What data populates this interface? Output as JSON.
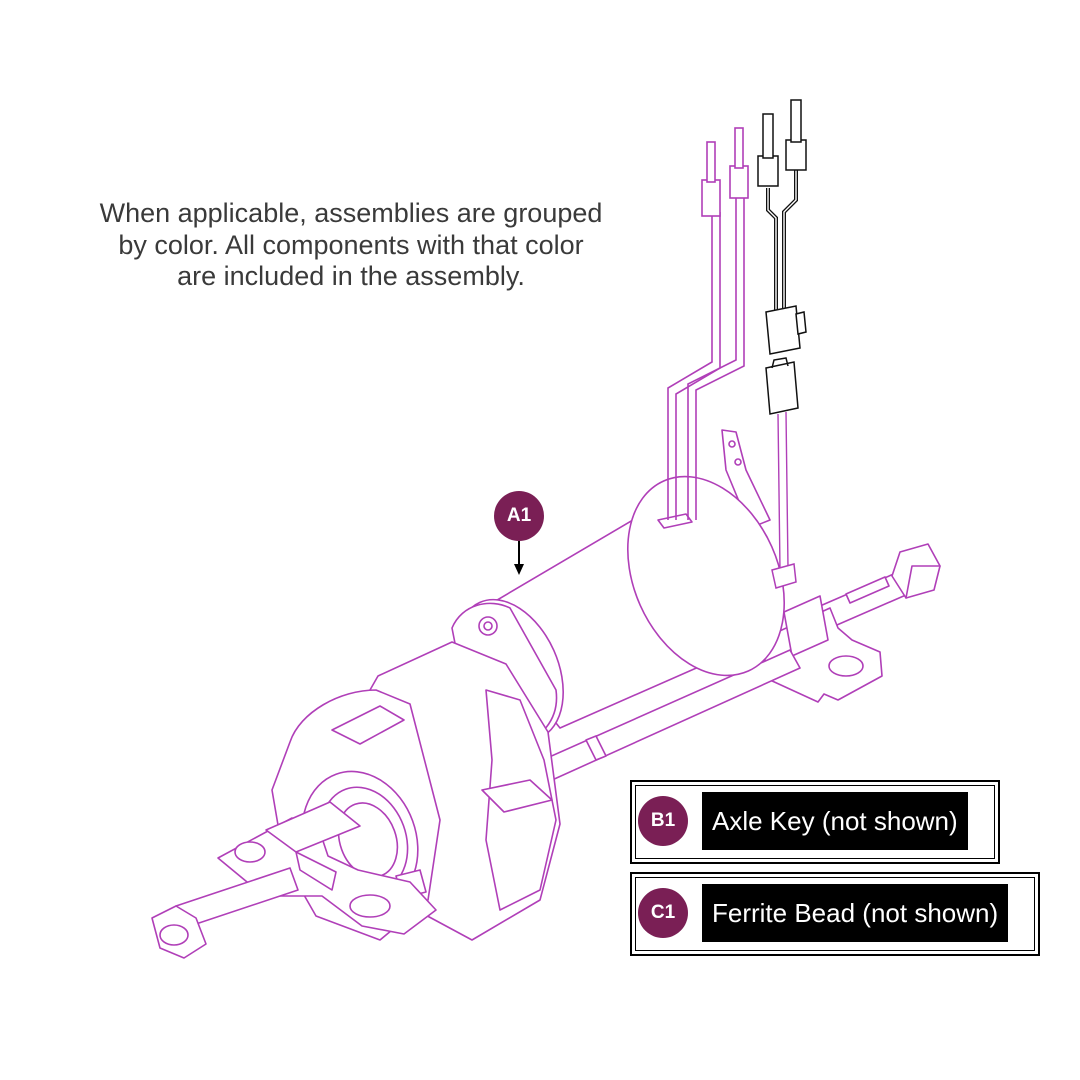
{
  "note": {
    "line1": "When applicable, assemblies are grouped",
    "line2": "by color. All components with that color",
    "line3": "are included in the assembly."
  },
  "callouts": [
    {
      "id": "A1"
    }
  ],
  "legend": [
    {
      "id": "B1",
      "label": "Axle Key (not shown)"
    },
    {
      "id": "C1",
      "label": "Ferrite Bead (not shown)"
    }
  ],
  "colors": {
    "assembly": "#b03fb8",
    "badge": "#7a1f55",
    "note_text": "#3a3a3a",
    "wire": "#111111"
  }
}
